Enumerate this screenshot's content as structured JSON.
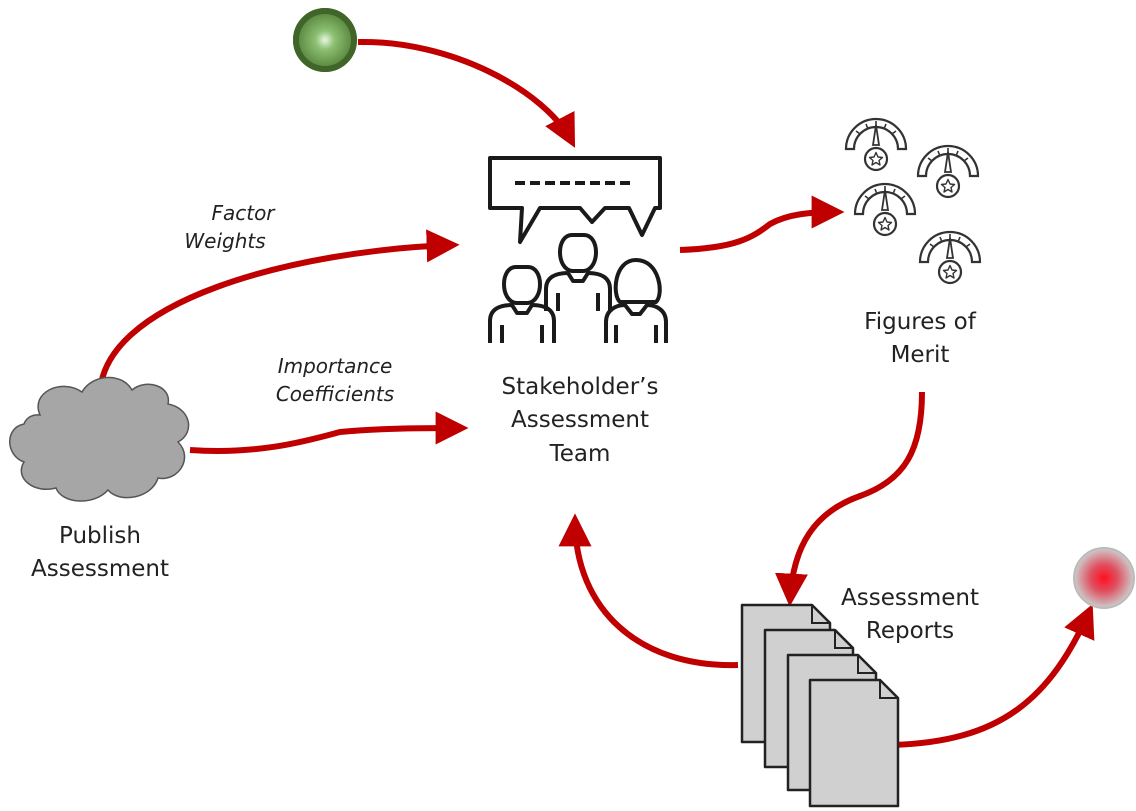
{
  "nodes": {
    "team": {
      "line1": "Stakeholder’s",
      "line2": "Assessment",
      "line3": "Team"
    },
    "figures": {
      "line1": "Figures of",
      "line2": "Merit"
    },
    "publish": {
      "line1": "Publish",
      "line2": "Assessment"
    },
    "reports": {
      "line1": "Assessment",
      "line2": "Reports"
    }
  },
  "edges": {
    "factor": {
      "line1": "Factor",
      "line2": "Weights"
    },
    "importance": {
      "line1": "Importance",
      "line2": "Coefficients"
    }
  },
  "colors": {
    "arrow": "#c00000",
    "start_node": "#4e7a34",
    "end_node": "#e0475a",
    "cloud": "#a6a6a6",
    "document": "#d0d0d0"
  },
  "icons": {
    "start": "start-node-icon",
    "end": "end-node-icon",
    "team": "team-meeting-icon",
    "figures": "gauge-meters-icon",
    "publish": "cloud-icon",
    "reports": "document-stack-icon"
  }
}
